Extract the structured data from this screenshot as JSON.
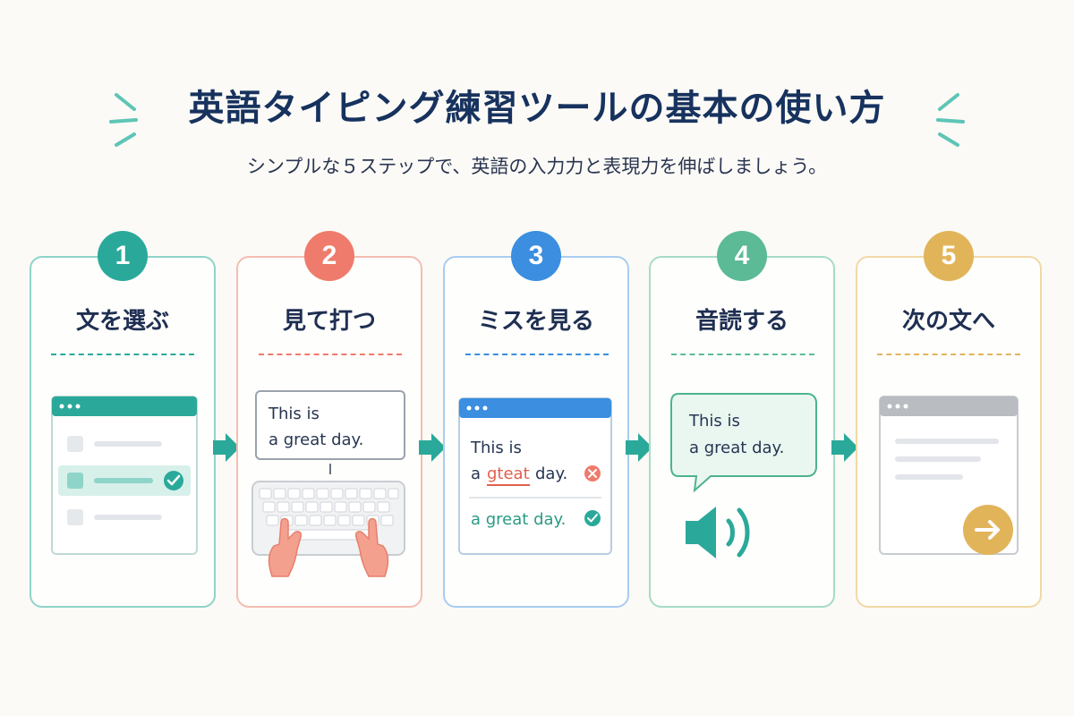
{
  "header": {
    "title": "英語タイピング練習ツールの基本の使い方",
    "subtitle": "シンプルな５ステップで、英語の入力力と表現力を伸ばしましょう。"
  },
  "steps": [
    {
      "number": "1",
      "label": "文を選ぶ",
      "color": "#2aa99a"
    },
    {
      "number": "2",
      "label": "見て打つ",
      "color": "#ef7b6c"
    },
    {
      "number": "3",
      "label": "ミスを見る",
      "color": "#3b8ee0"
    },
    {
      "number": "4",
      "label": "音読する",
      "color": "#5cba96"
    },
    {
      "number": "5",
      "label": "次の文へ",
      "color": "#e2b45a"
    }
  ],
  "step2": {
    "line1": "This is",
    "line2": "a great day."
  },
  "step3": {
    "line1": "This is",
    "wrong_prefix": "a",
    "wrong_word": "gteat",
    "wrong_suffix": "day.",
    "correct": "a great day."
  },
  "step4": {
    "line1": "This is",
    "line2": "a great day."
  },
  "icons": {
    "step1": "list-select-window",
    "step2": "keyboard-hands",
    "step3": "error-check-window",
    "step4": "speaker-icon",
    "step5": "next-arrow-button"
  }
}
